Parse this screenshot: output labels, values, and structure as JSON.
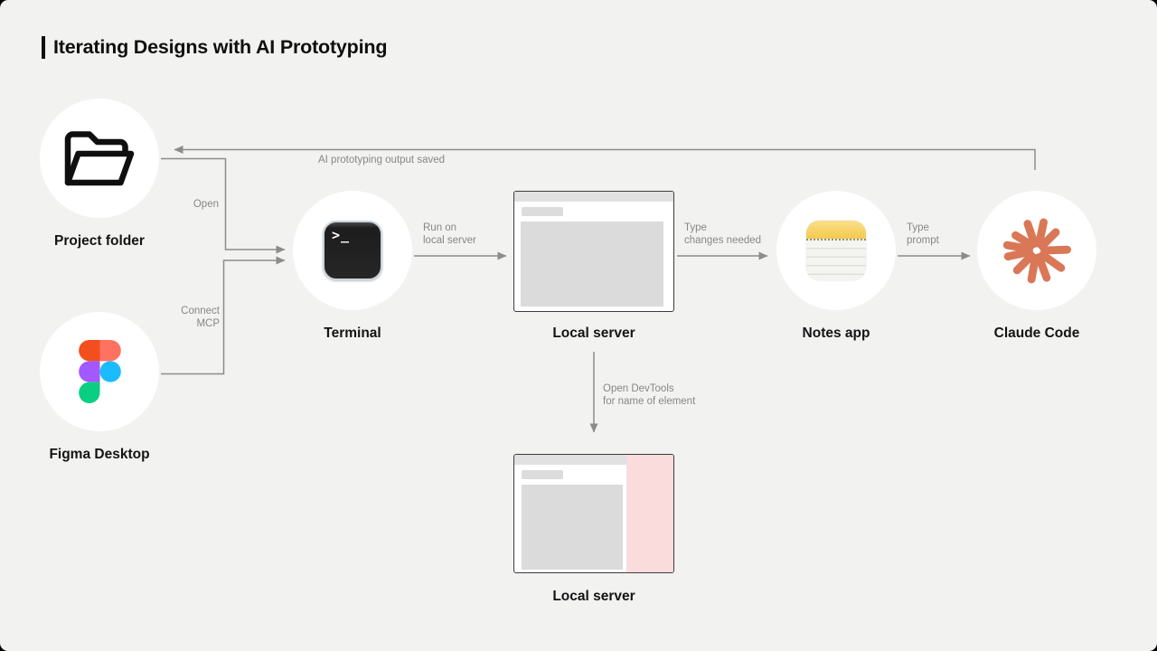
{
  "title": "Iterating Designs with AI Prototyping",
  "nodes": {
    "project_folder": {
      "label": "Project folder",
      "icon": "open-folder-icon"
    },
    "figma_desktop": {
      "label": "Figma Desktop",
      "icon": "figma-logo"
    },
    "terminal": {
      "label": "Terminal",
      "icon": "terminal-icon",
      "prompt_glyph": ">_"
    },
    "local_server": {
      "label": "Local server",
      "icon": "browser-window"
    },
    "notes_app": {
      "label": "Notes app",
      "icon": "notes-icon"
    },
    "claude_code": {
      "label": "Claude Code",
      "icon": "claude-starburst-logo"
    },
    "local_server_devtools": {
      "label": "Local server",
      "icon": "browser-window-with-devtools-panel"
    }
  },
  "edges": {
    "open": {
      "label": "Open",
      "from": "project_folder",
      "to": "terminal"
    },
    "connect_mcp": {
      "label": "Connect\nMCP",
      "from": "figma_desktop",
      "to": "terminal"
    },
    "run_on_local_server": {
      "label": "Run on\nlocal server",
      "from": "terminal",
      "to": "local_server"
    },
    "type_changes_needed": {
      "label": "Type\nchanges needed",
      "from": "local_server",
      "to": "notes_app"
    },
    "type_prompt": {
      "label": "Type\nprompt",
      "from": "notes_app",
      "to": "claude_code"
    },
    "output_saved": {
      "label": "AI prototyping output saved",
      "from": "claude_code",
      "to": "project_folder"
    },
    "open_devtools": {
      "label": "Open DevTools\nfor name of element",
      "from": "local_server",
      "to": "local_server_devtools"
    }
  },
  "colors": {
    "canvas_bg": "#F2F2F1",
    "connector_gray": "#8C8C8C",
    "edge_label_gray": "#878787",
    "node_label": "#141414",
    "claude_terracotta": "#D97757",
    "devtools_highlight_pink": "#FADCDC",
    "notes_yellow": "#F5C94B",
    "figma_red": "#F24E1E",
    "figma_coral": "#FF7262",
    "figma_purple": "#A259FF",
    "figma_blue": "#1ABCFE",
    "figma_green": "#0ACF83"
  }
}
